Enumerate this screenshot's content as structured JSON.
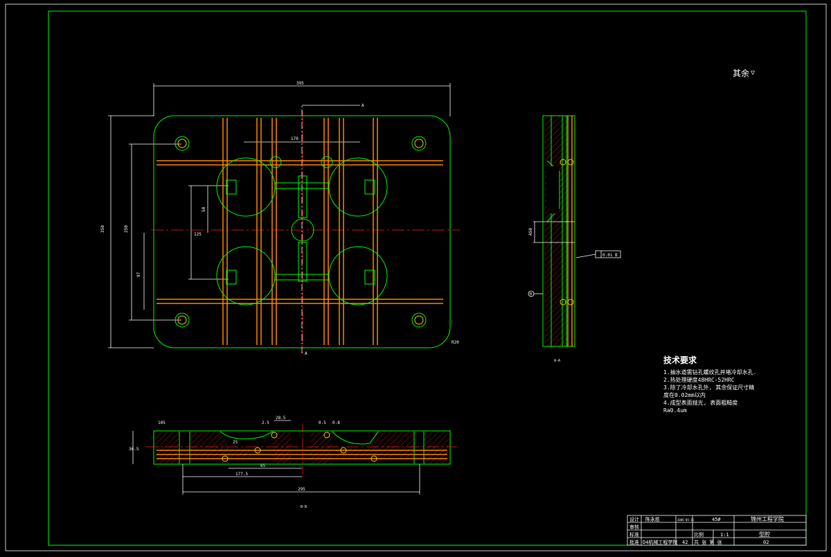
{
  "drawing": {
    "roughness_note": "其余",
    "section_labels": {
      "bottom_view": "B-B",
      "side_view": "A-A"
    }
  },
  "tech_requirements": {
    "title": "技术要求",
    "items": [
      "1.抽水道需钻孔螺纹孔并堵冷却水孔.",
      "2.热处理硬度48HRC-52HRC",
      "3.除了冷却水孔外, 其余保证尺寸精",
      "度在0.02mm以内",
      "4.成型表面抛光, 表面粗糙度",
      "Ra0.4um"
    ]
  },
  "plan_dims": {
    "top_width": "395",
    "left_height": "350",
    "inner_height": "250",
    "mid_offset": "125",
    "holes_span": "170",
    "upper": "50",
    "lower": "97",
    "right_note": "R20"
  },
  "section_dims": {
    "height": "36.5",
    "total": "295",
    "half": "177.5",
    "step": "65",
    "d1": "2.5",
    "d2": "28.5",
    "d3": "0.5",
    "d4": "0.8",
    "d5": "25",
    "d6": "105"
  },
  "side_dims": {
    "offset": "A50",
    "flatness": "0.01 B",
    "datum": "B"
  },
  "title_block": {
    "designer_label": "设计",
    "designer": "陈永胜",
    "date": "2006-05-25",
    "check_label": "审核",
    "std_label": "标准",
    "approve_label": "批准",
    "school": "D4机械工程学院",
    "part_no": "45#",
    "scale_label": "比例",
    "scale": "1:1",
    "sheet_label": "共 张 第 张",
    "sheet_no": "42",
    "org": "锦州工程学院",
    "part_name": "型腔",
    "code": "02"
  }
}
